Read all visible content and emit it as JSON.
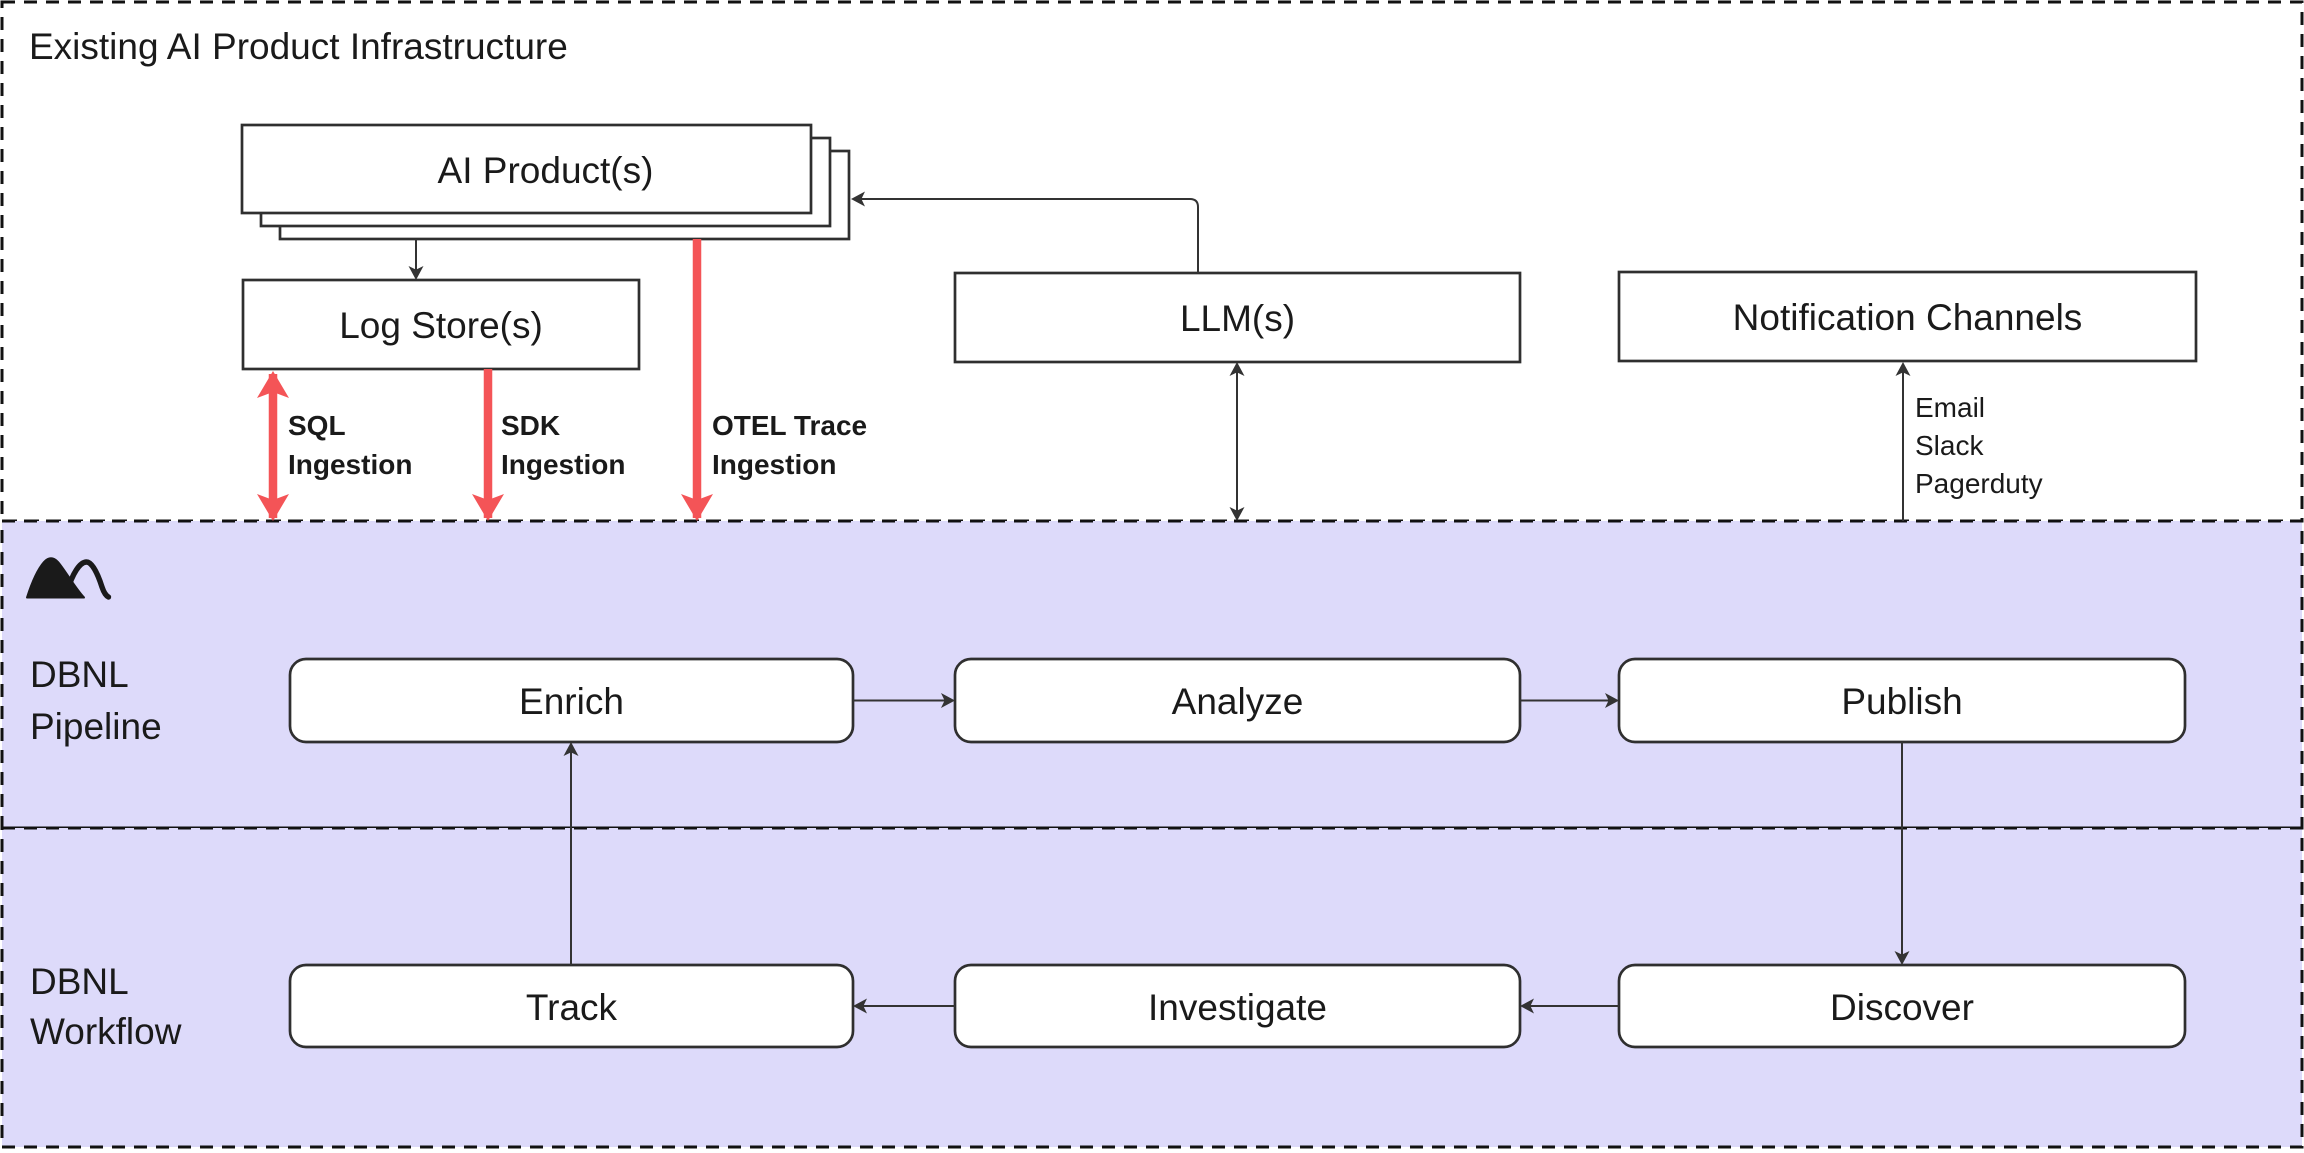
{
  "colors": {
    "background": "#ffffff",
    "section_fill": "#DDDAFA",
    "border": "#111111",
    "node_stroke": "#2F2F2F",
    "edge": "#333333",
    "red_arrow": "#F45457",
    "text": "#1A1A1A"
  },
  "sections": {
    "infrastructure": {
      "label": "Existing AI Product Infrastructure"
    },
    "pipeline": {
      "label": "DBNL\nPipeline"
    },
    "workflow": {
      "label": "DBNL\nWorkflow"
    }
  },
  "nodes": {
    "ai_products": "AI Product(s)",
    "log_stores": "Log Store(s)",
    "llms": "LLM(s)",
    "notification_channels": "Notification Channels",
    "enrich": "Enrich",
    "analyze": "Analyze",
    "publish": "Publish",
    "track": "Track",
    "investigate": "Investigate",
    "discover": "Discover"
  },
  "edge_labels": {
    "sql_ingestion": "SQL\nIngestion",
    "sdk_ingestion": "SDK\nIngestion",
    "otel_ingestion": "OTEL Trace\nIngestion",
    "notification_methods": "Email\nSlack\nPagerduty"
  },
  "logo": {
    "name": "dbnl-mountain-logo"
  }
}
